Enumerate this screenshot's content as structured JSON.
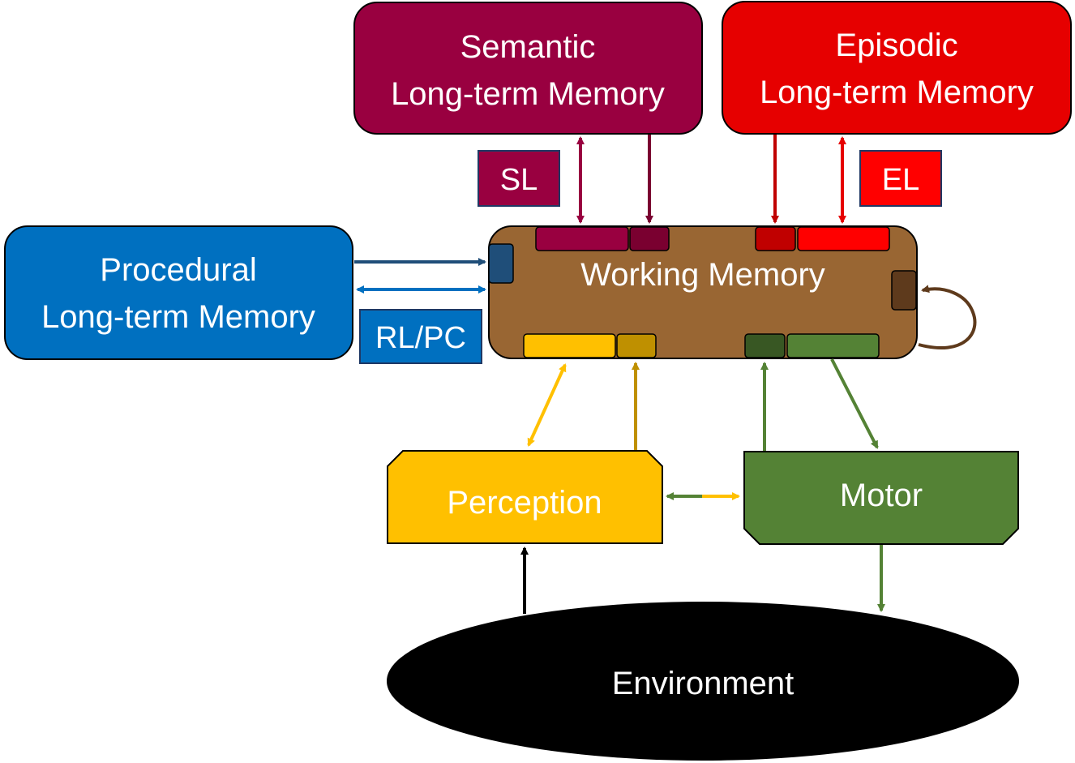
{
  "boxes": {
    "semantic": {
      "line1": "Semantic",
      "line2": "Long-term Memory"
    },
    "episodic": {
      "line1": "Episodic",
      "line2": "Long-term Memory"
    },
    "procedural": {
      "line1": "Procedural",
      "line2": "Long-term Memory"
    },
    "working_memory": {
      "label": "Working Memory"
    },
    "perception": {
      "label": "Perception"
    },
    "motor": {
      "label": "Motor"
    },
    "environment": {
      "label": "Environment"
    }
  },
  "tags": {
    "sl": "SL",
    "el": "EL",
    "rl_pc": "RL/PC"
  },
  "colors": {
    "semantic": "#990040",
    "semantic_dark": "#7a0030",
    "episodic": "#e60000",
    "episodic_dark": "#c00000",
    "procedural": "#0070c0",
    "procedural_dark": "#1f4e79",
    "working_memory": "#996633",
    "working_memory_dark": "#5e3a1c",
    "perception": "#ffc000",
    "perception_dark": "#bf9000",
    "motor": "#548235",
    "motor_dark": "#385723",
    "environment": "#000000"
  }
}
